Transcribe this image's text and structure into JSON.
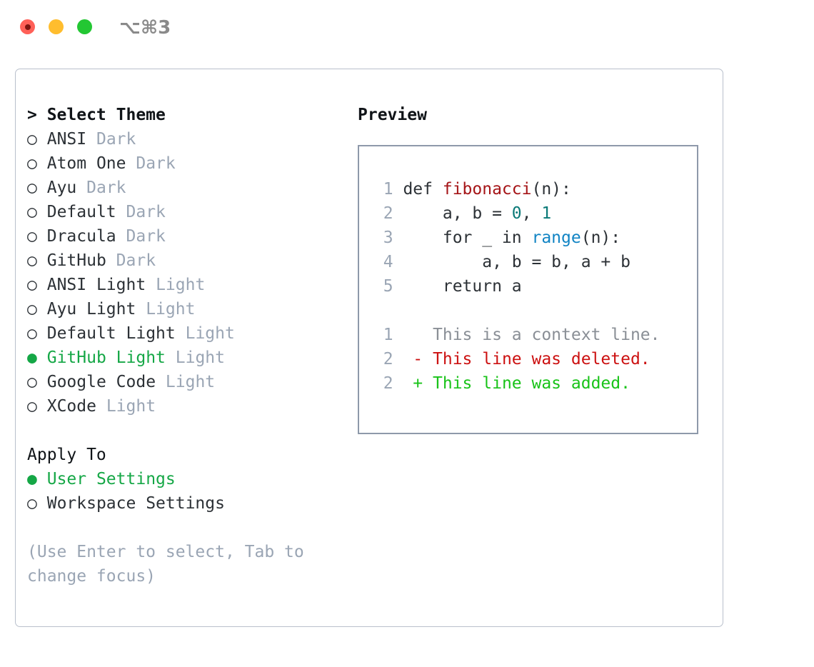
{
  "window": {
    "title": "⌥⌘3",
    "traffic_lights": [
      {
        "name": "close",
        "color": "#ff6058"
      },
      {
        "name": "minimize",
        "color": "#ffbd2e"
      },
      {
        "name": "zoom",
        "color": "#23c733"
      }
    ]
  },
  "theme_picker": {
    "header": "> Select Theme",
    "unselected_marker": "○",
    "selected_marker": "●",
    "accent_color": "#15a746",
    "muted_color": "#9aa5b4",
    "items": [
      {
        "marker": "○",
        "label": "ANSI",
        "variant": "Dark",
        "selected": false
      },
      {
        "marker": "○",
        "label": "Atom One",
        "variant": "Dark",
        "selected": false
      },
      {
        "marker": "○",
        "label": "Ayu",
        "variant": "Dark",
        "selected": false
      },
      {
        "marker": "○",
        "label": "Default",
        "variant": "Dark",
        "selected": false
      },
      {
        "marker": "○",
        "label": "Dracula",
        "variant": "Dark",
        "selected": false
      },
      {
        "marker": "○",
        "label": "GitHub",
        "variant": "Dark",
        "selected": false
      },
      {
        "marker": "○",
        "label": "ANSI Light",
        "variant": "Light",
        "selected": false
      },
      {
        "marker": "○",
        "label": "Ayu Light",
        "variant": "Light",
        "selected": false
      },
      {
        "marker": "○",
        "label": "Default Light",
        "variant": "Light",
        "selected": false
      },
      {
        "marker": "●",
        "label": "GitHub Light",
        "variant": "Light",
        "selected": true
      },
      {
        "marker": "○",
        "label": "Google Code",
        "variant": "Light",
        "selected": false
      },
      {
        "marker": "○",
        "label": "XCode",
        "variant": "Light",
        "selected": false
      }
    ]
  },
  "apply_to": {
    "header": "Apply To",
    "items": [
      {
        "marker": "●",
        "label": "User Settings",
        "selected": true
      },
      {
        "marker": "○",
        "label": "Workspace Settings",
        "selected": false
      }
    ]
  },
  "hint": "(Use Enter to select, Tab to change focus)",
  "preview": {
    "title": "Preview",
    "code_lines": [
      {
        "number": "1",
        "segments": [
          {
            "text": "def ",
            "kind": "plain"
          },
          {
            "text": "fibonacci",
            "kind": "fn"
          },
          {
            "text": "(n):",
            "kind": "plain"
          }
        ]
      },
      {
        "number": "2",
        "segments": [
          {
            "text": "    a, b = ",
            "kind": "plain"
          },
          {
            "text": "0",
            "kind": "num"
          },
          {
            "text": ", ",
            "kind": "plain"
          },
          {
            "text": "1",
            "kind": "num"
          }
        ]
      },
      {
        "number": "3",
        "segments": [
          {
            "text": "    for _ in ",
            "kind": "plain"
          },
          {
            "text": "range",
            "kind": "call"
          },
          {
            "text": "(n):",
            "kind": "plain"
          }
        ]
      },
      {
        "number": "4",
        "segments": [
          {
            "text": "        a, b = b, a + b",
            "kind": "plain"
          }
        ]
      },
      {
        "number": "5",
        "segments": [
          {
            "text": "    return a",
            "kind": "plain"
          }
        ]
      }
    ],
    "diff_lines": [
      {
        "number": "1",
        "marker": " ",
        "text": "This is a context line.",
        "kind": "context"
      },
      {
        "number": "2",
        "marker": "-",
        "text": "This line was deleted.",
        "kind": "deleted"
      },
      {
        "number": "2",
        "marker": "+",
        "text": "This line was added.",
        "kind": "added"
      }
    ],
    "diff_colors": {
      "context": "#8a8f96",
      "deleted": "#cc1111",
      "added": "#19c319"
    }
  }
}
